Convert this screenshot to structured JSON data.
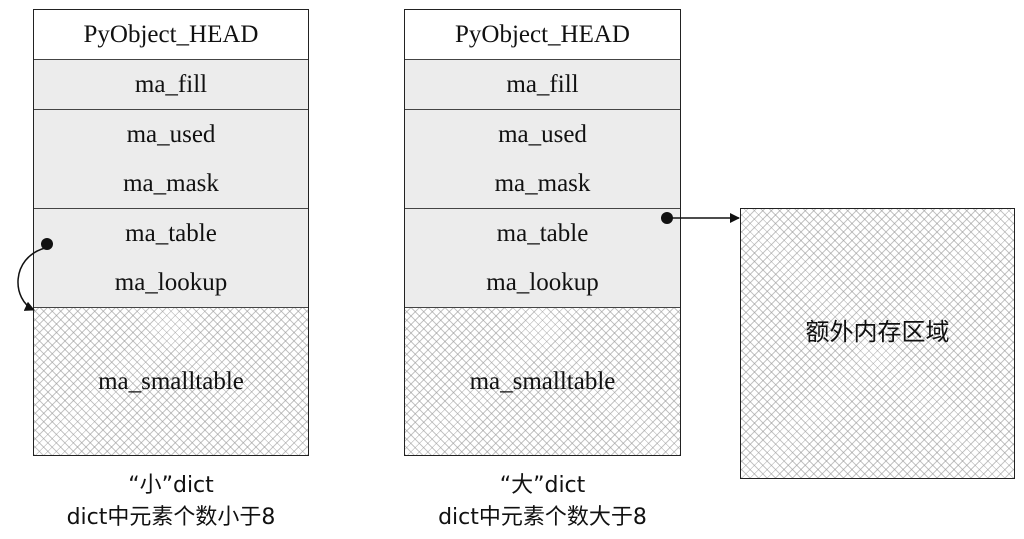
{
  "left_struct": {
    "fields": [
      "PyObject_HEAD",
      "ma_fill",
      "ma_used",
      "ma_mask",
      "ma_table",
      "ma_lookup"
    ],
    "smalltable_label": "ma_smalltable",
    "caption_line1": "“小”dict",
    "caption_line2": "dict中元素个数小于8"
  },
  "right_struct": {
    "fields": [
      "PyObject_HEAD",
      "ma_fill",
      "ma_used",
      "ma_mask",
      "ma_table",
      "ma_lookup"
    ],
    "smalltable_label": "ma_smalltable",
    "caption_line1": "“大”dict",
    "caption_line2": "dict中元素个数大于8"
  },
  "extra_memory": {
    "label": "额外内存区域"
  }
}
